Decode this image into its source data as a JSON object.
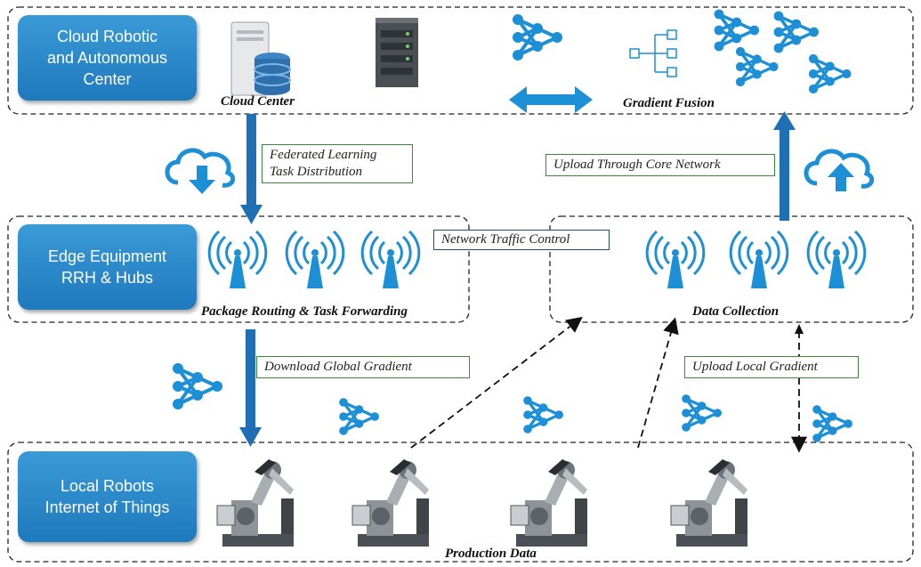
{
  "tiers": {
    "cloud": "Cloud Robotic\nand Autonomous\nCenter",
    "edge": "Edge Equipment\nRRH & Hubs",
    "local": "Local Robots\nInternet of Things"
  },
  "captions": {
    "cloud_center": "Cloud Center",
    "gradient_fusion": "Gradient Fusion",
    "package_routing": "Package Routing & Task Forwarding",
    "data_collection": "Data Collection",
    "production_data": "Production Data"
  },
  "boxes": {
    "fl_task": "Federated Learning\nTask Distribution",
    "upload_core": "Upload Through Core Network",
    "network_traffic": "Network Traffic Control",
    "download_global": "Download Global Gradient",
    "upload_local": "Upload Local Gradient"
  },
  "colors": {
    "accent": "#1f79bd",
    "icon_blue": "#1c8fd6",
    "green_border": "#3b8a3b"
  },
  "icons": [
    "server-database-icon",
    "rack-server-icon",
    "neural-network-icon",
    "tree-structure-icon",
    "cloud-download-icon",
    "cloud-upload-icon",
    "wireless-antenna-icon",
    "industrial-robot-icon"
  ]
}
